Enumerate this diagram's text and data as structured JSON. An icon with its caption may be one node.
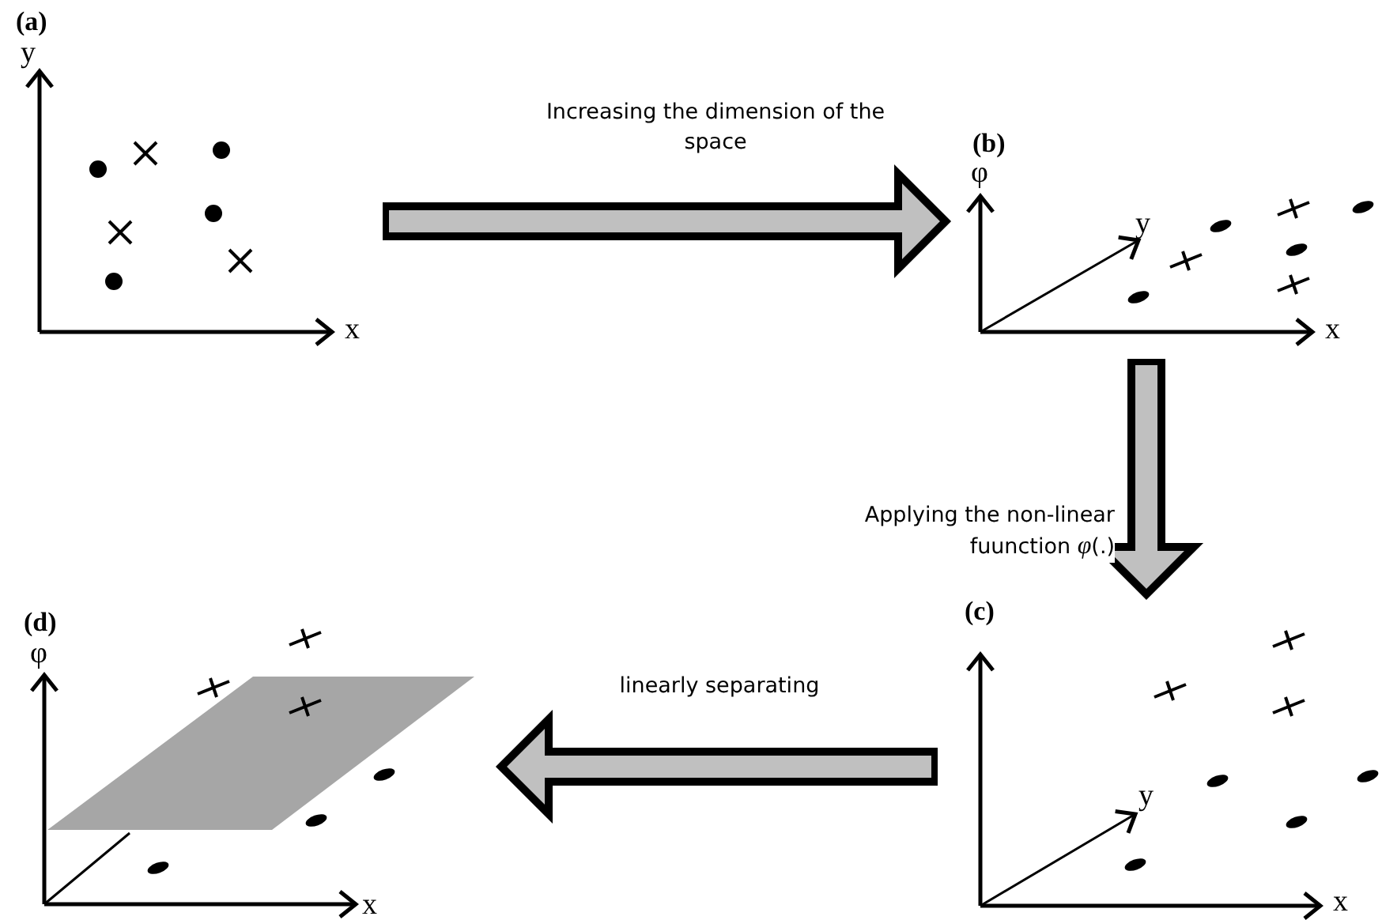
{
  "diagram": {
    "nodes": [
      {
        "text": [
          "(a)",
          "y",
          "x"
        ]
      },
      {
        "text": [
          "(b)",
          "φ",
          "y",
          "x"
        ]
      },
      {
        "text": [
          "(c)",
          "y",
          "x"
        ]
      },
      {
        "text": [
          "(d)",
          "φ",
          "x"
        ]
      }
    ],
    "edges": [
      {
        "from": 0,
        "to": 1,
        "arrow": "to",
        "label": "Increasing the dimension of the space"
      },
      {
        "from": 1,
        "to": 2,
        "arrow": "to",
        "label": "Applying the non-linear fuunction *φ*(.)"
      },
      {
        "from": 2,
        "to": 3,
        "arrow": "to",
        "label": "linearly separating"
      }
    ]
  }
}
